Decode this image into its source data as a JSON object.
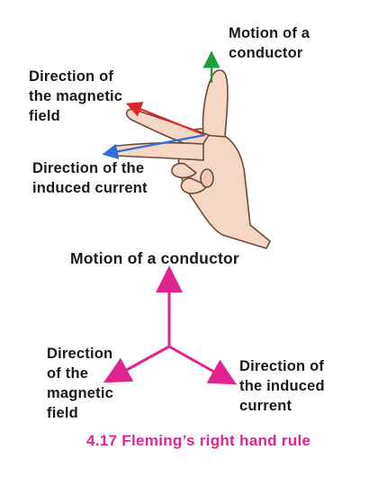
{
  "hand_diagram": {
    "motion_label": [
      "Motion of a",
      "conductor"
    ],
    "field_label": [
      "Direction of",
      "the magnetic",
      "field"
    ],
    "current_label": [
      "Direction of the",
      "induced current"
    ]
  },
  "axis_diagram": {
    "motion_label": "Motion of a conductor",
    "field_label": [
      "Direction",
      "of the",
      "magnetic",
      "field"
    ],
    "current_label": [
      "Direction of",
      "the induced",
      "current"
    ]
  },
  "caption": "4.17 Fleming’s right hand rule",
  "colors": {
    "motion_arrow": "#1e9e3a",
    "field_arrow": "#e0252b",
    "current_arrow": "#2f6fd6",
    "axis_arrows": "#e0248f",
    "skin": "#f6d6c4",
    "outline": "#6b4a3a"
  }
}
